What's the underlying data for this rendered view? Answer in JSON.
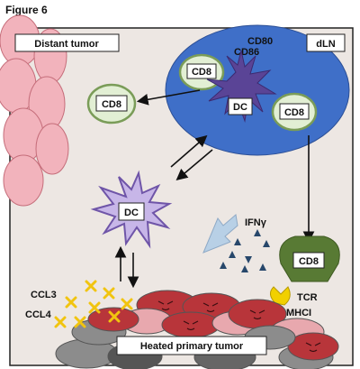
{
  "figure_title": "Figure 6",
  "labels": {
    "distant_tumor": "Distant tumor",
    "dln": "dLN",
    "cd80": "CD80",
    "cd86": "CD86",
    "cd8": "CD8",
    "dc": "DC",
    "ifng": "IFNγ",
    "tcr": "TCR",
    "mhci": "MHCI",
    "ccl3": "CCL3",
    "ccl4": "CCL4",
    "heated_primary_tumor": "Heated primary tumor"
  },
  "colors": {
    "background": "#ede7e3",
    "lymph_node": "#3f6fc8",
    "distant_tumor_cells": "#f2b3bc",
    "cd8_cell_fill": "#e2efd4",
    "cd8_cell_stroke": "#7a9c58",
    "cd8_t_cell_body": "#587a34",
    "dc_fill": "#c7b6e8",
    "dc_stroke": "#6f55a8",
    "dc_dark_fill": "#5a4496",
    "ifng_triangles": "#27476b",
    "heat_arrow": "#b8d0e6",
    "chemokine_cross": "#f1c40f",
    "mhc": "#f1d000",
    "tumor_red": "#b8353a",
    "tumor_pink": "#e8a8ae",
    "tumor_gray": "#8c8c8c"
  }
}
